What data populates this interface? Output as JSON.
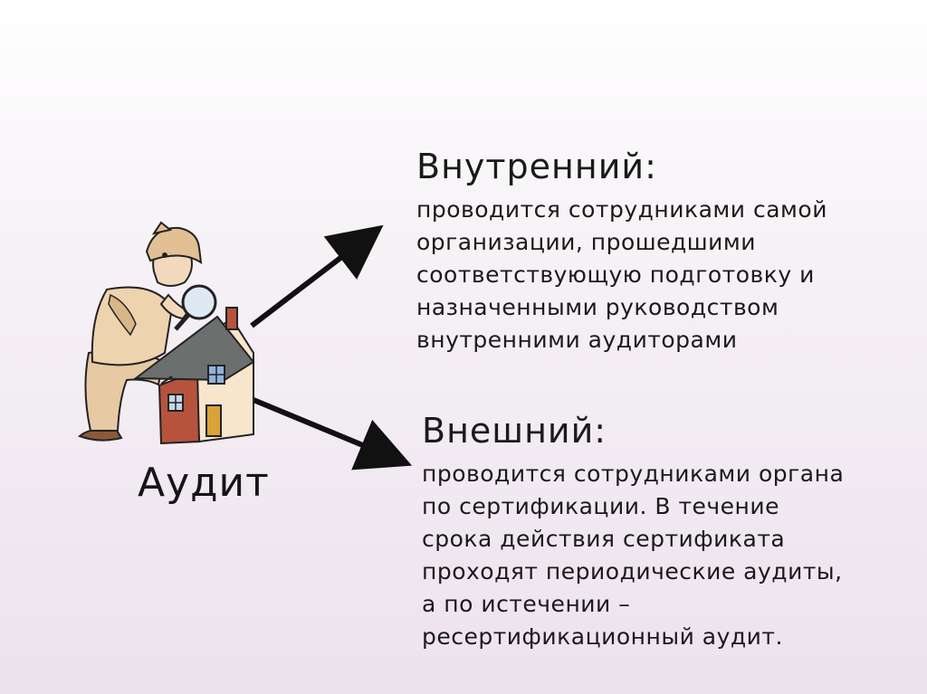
{
  "subject": {
    "label": "Аудит"
  },
  "illustration": {
    "icon": "detective-inspecting-house-icon"
  },
  "internal": {
    "title": "Внутренний:",
    "lines": [
      "проводится сотрудниками самой",
      "организации, прошедшими",
      "соответствующую подготовку и",
      "назначенными руководством",
      "внутренними аудиторами"
    ]
  },
  "external": {
    "title": "Внешний:",
    "lines": [
      "проводится сотрудниками органа",
      "по сертификации. В течение",
      "срока действия сертификата",
      "проходят периодические аудиты,",
      "а по истечении –",
      "ресертификационный аудит."
    ]
  },
  "colors": {
    "text": "#1a1a1a",
    "arrow": "#111111",
    "background_top": "#ffffff",
    "background_bottom": "#ece2ee"
  }
}
